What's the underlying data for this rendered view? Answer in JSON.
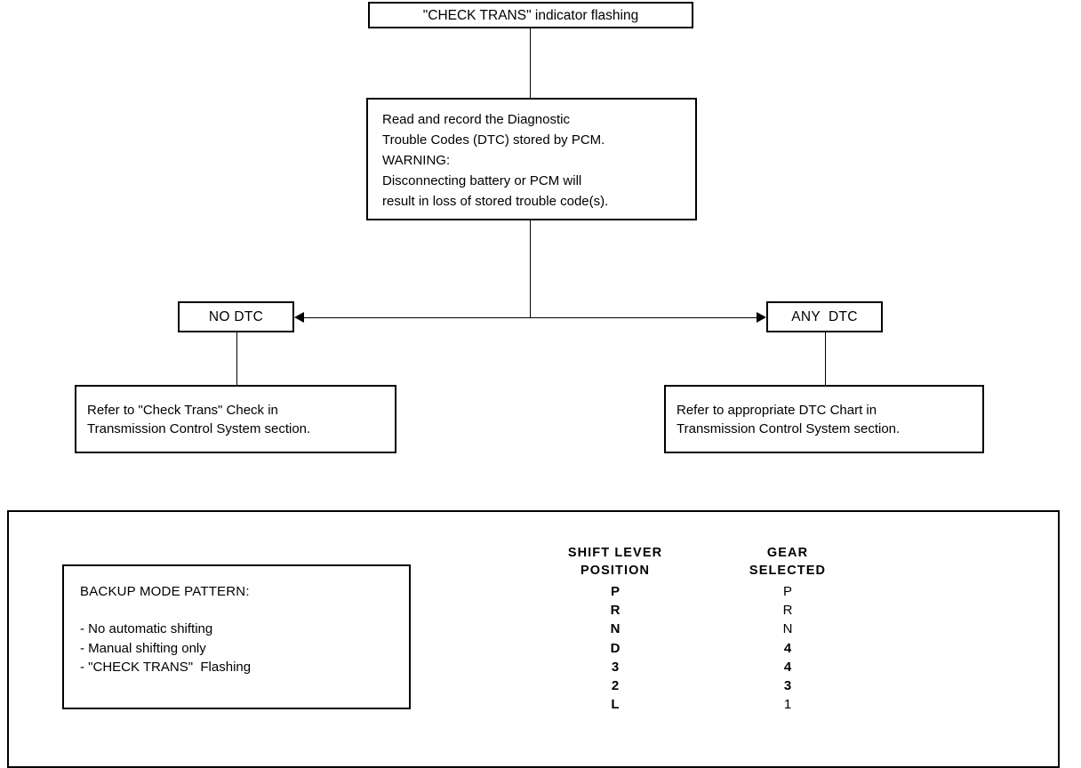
{
  "diagram": {
    "title_box": {
      "lines": [
        "\"CHECK TRANS\" indicator flashing"
      ]
    },
    "instruction_box": {
      "lines": [
        "Read and record the Diagnostic",
        "Trouble Codes (DTC) stored by PCM.",
        "WARNING:",
        "Disconnecting battery or PCM will",
        "result in loss of stored trouble code(s)."
      ]
    },
    "no_dtc_box": {
      "label": "NO DTC"
    },
    "any_dtc_box": {
      "label": "ANY  DTC"
    },
    "left_result_box": {
      "lines": [
        "Refer to \"Check Trans\" Check in",
        "Transmission Control System section."
      ]
    },
    "right_result_box": {
      "lines": [
        "Refer to appropriate DTC Chart in",
        "Transmission Control System section."
      ]
    }
  },
  "bottom_panel": {
    "backup_box": {
      "heading": "BACKUP MODE PATTERN:",
      "bullets": [
        "- No automatic shifting",
        "- Manual shifting only",
        "- \"CHECK TRANS\"  Flashing"
      ]
    },
    "gear_table": {
      "shift_header": [
        "SHIFT LEVER",
        "POSITION"
      ],
      "gear_header": [
        "GEAR",
        "SELECTED"
      ],
      "rows": [
        {
          "shift": "P",
          "gear": "P"
        },
        {
          "shift": "R",
          "gear": "R"
        },
        {
          "shift": "N",
          "gear": "N"
        },
        {
          "shift": "D",
          "gear": "4"
        },
        {
          "shift": "3",
          "gear": "4"
        },
        {
          "shift": "2",
          "gear": "3"
        },
        {
          "shift": "L",
          "gear": "1"
        }
      ]
    }
  },
  "colors": {
    "ink": "#000000",
    "paper": "#ffffff"
  }
}
